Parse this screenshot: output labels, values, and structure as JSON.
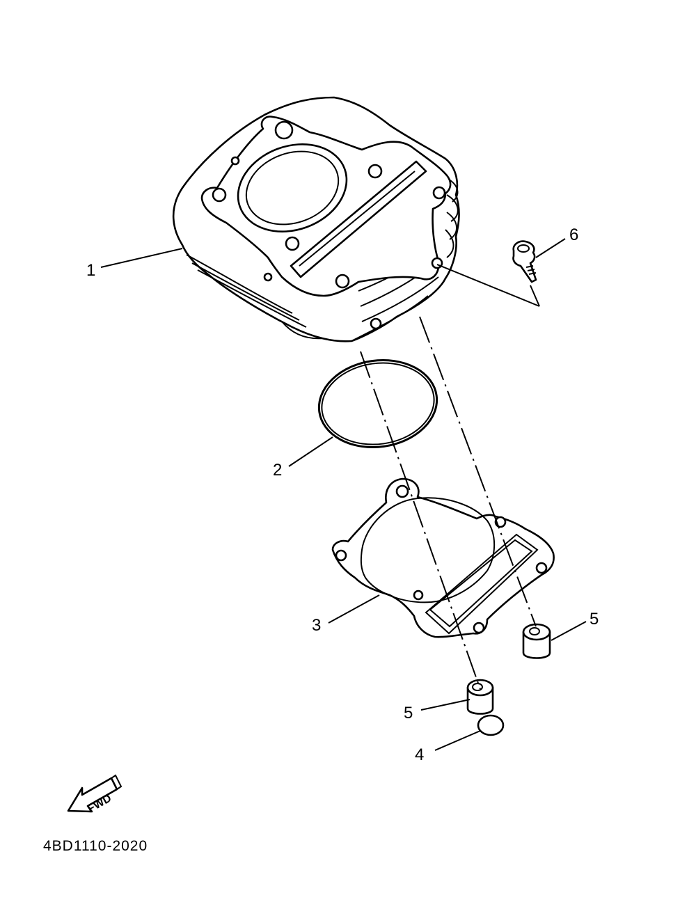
{
  "diagram": {
    "code": "4BD1110-2020",
    "fwd_label": "FWD",
    "callouts": [
      {
        "id": "1",
        "text": "1"
      },
      {
        "id": "2",
        "text": "2"
      },
      {
        "id": "3",
        "text": "3"
      },
      {
        "id": "4",
        "text": "4"
      },
      {
        "id": "5a",
        "text": "5"
      },
      {
        "id": "5b",
        "text": "5"
      },
      {
        "id": "6",
        "text": "6"
      }
    ]
  }
}
